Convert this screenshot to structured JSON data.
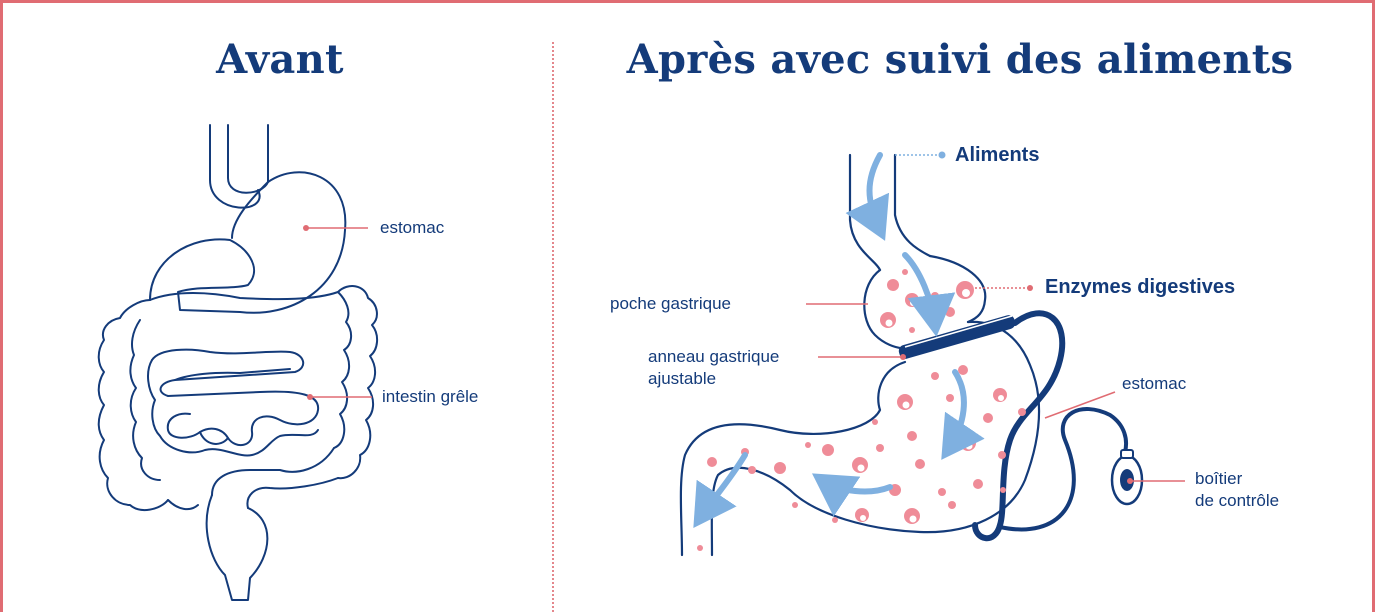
{
  "panels": {
    "before": {
      "title": "Avant",
      "labels": {
        "stomach": "estomac",
        "small_intestine": "intestin grêle"
      }
    },
    "after": {
      "title": "Après avec suivi des aliments",
      "labels": {
        "food": "Aliments",
        "digestive_enzymes": "Enzymes digestives",
        "gastric_pouch": "poche gastrique",
        "gastric_band_line1": "anneau gastrique",
        "gastric_band_line2": "ajustable",
        "stomach": "estomac",
        "control_box_line1": "boîtier",
        "control_box_line2": "de contrôle"
      }
    }
  },
  "colors": {
    "outline": "#143b7a",
    "frame": "#e06c73",
    "leader_line": "#e06c73",
    "arrow": "#7fb0e0",
    "enzyme": "#ef8c98",
    "band": "#143b7a"
  }
}
